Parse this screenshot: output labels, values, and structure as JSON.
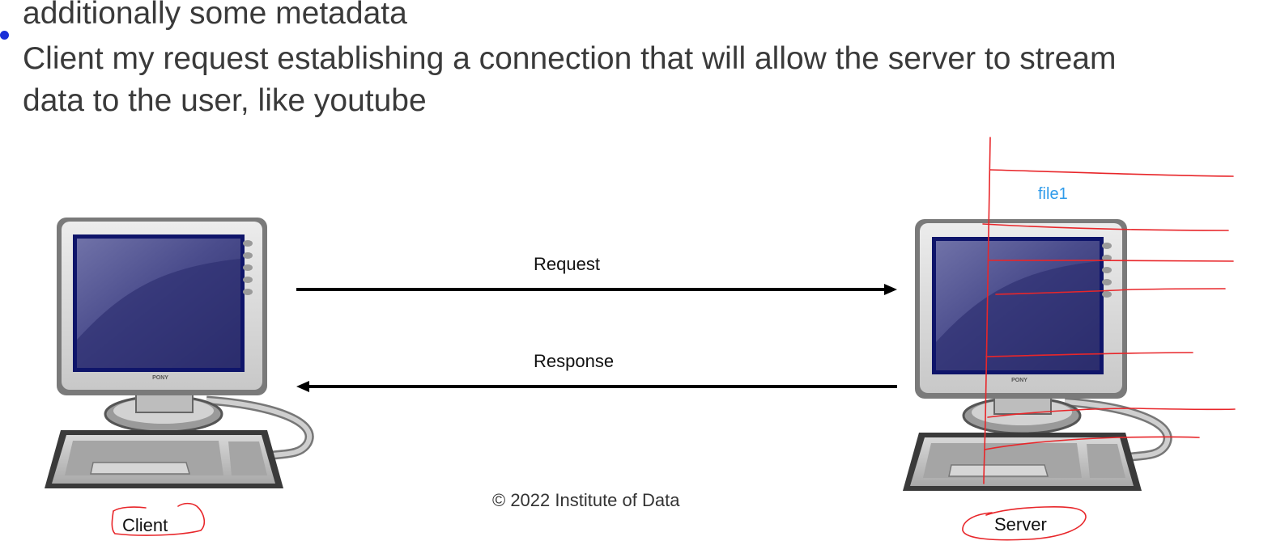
{
  "slide": {
    "line1": "additionally some metadata",
    "line2": "Client my request establishing a connection that will allow the server to stream",
    "line3": "data to the user, like youtube"
  },
  "diagram": {
    "request_label": "Request",
    "response_label": "Response",
    "client_label": "Client",
    "server_label": "Server",
    "brand_text": "PONY"
  },
  "annotation": {
    "file_label": "file1",
    "ink_color": "#e8262a",
    "text_color": "#2f9bea"
  },
  "footer": {
    "copyright": "© 2022 Institute of Data"
  },
  "colors": {
    "bullet": "#1a2fd8",
    "screen": "#34367a",
    "arrow": "#000000"
  }
}
